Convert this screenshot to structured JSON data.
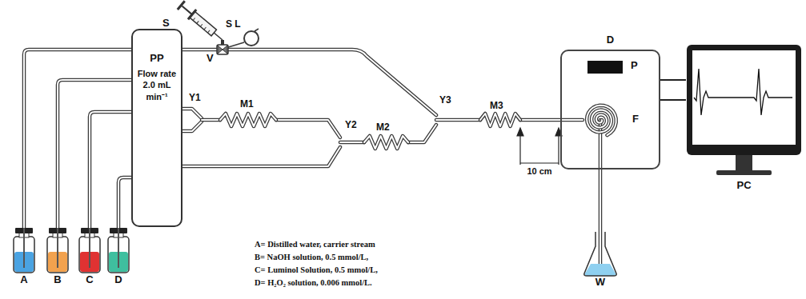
{
  "diagram": {
    "nodes": [
      {
        "text": [
          "A"
        ]
      },
      {
        "text": [
          "B"
        ]
      },
      {
        "text": [
          "C"
        ]
      },
      {
        "text": [
          "D"
        ]
      },
      {
        "text": [
          "PP",
          "Flow rate 2.0 mL min⁻¹"
        ]
      },
      {
        "text": [
          "D",
          "P",
          "F"
        ]
      },
      {
        "text": [
          "W"
        ]
      },
      {
        "text": [
          "PC"
        ]
      }
    ],
    "edges": [
      {
        "from": 0,
        "to": 4,
        "arrow": "none"
      },
      {
        "from": 1,
        "to": 4,
        "arrow": "none"
      },
      {
        "from": 2,
        "to": 4,
        "arrow": "none"
      },
      {
        "from": 3,
        "to": 4,
        "arrow": "none"
      },
      {
        "from": 5,
        "to": 7,
        "arrow": "none"
      },
      {
        "from": 5,
        "to": 6,
        "arrow": "none"
      }
    ],
    "labels": [
      "S",
      "V",
      "S L",
      "Y1",
      "M1",
      "Y2",
      "M2",
      "Y3",
      "M3",
      "10 cm",
      "A= Distilled water, carrier stream",
      "B= NaOH solution, 0.5 mmol/L,",
      "C= Luminol Solution, 0.5 mmol/L,",
      "D= H₂O₂ solution, 0.006 mmol/L."
    ]
  }
}
